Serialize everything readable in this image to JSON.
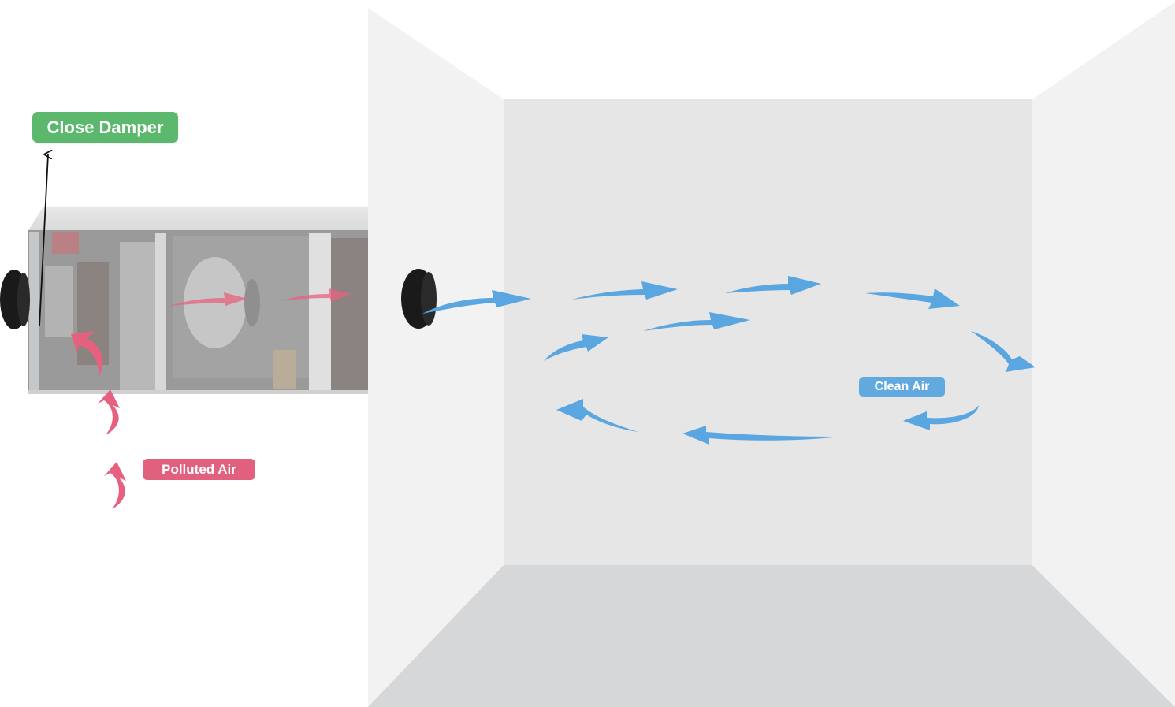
{
  "labels": {
    "close_damper": "Close Damper",
    "polluted_air": "Polluted Air",
    "clean_air": "Clean Air"
  },
  "colors": {
    "close_damper": "#5cb86d",
    "polluted_air": "#e0607e",
    "clean_air": "#62a9e0",
    "polluted_arrow": "#e6617f",
    "clean_arrow": "#5aa6e0",
    "room_back_wall": "#e6e6e6",
    "room_side_wall": "#f2f2f2",
    "room_floor": "#d6d7d9",
    "unit_body": "#9a9a9a",
    "duct_cap": "#1a1a1a"
  }
}
